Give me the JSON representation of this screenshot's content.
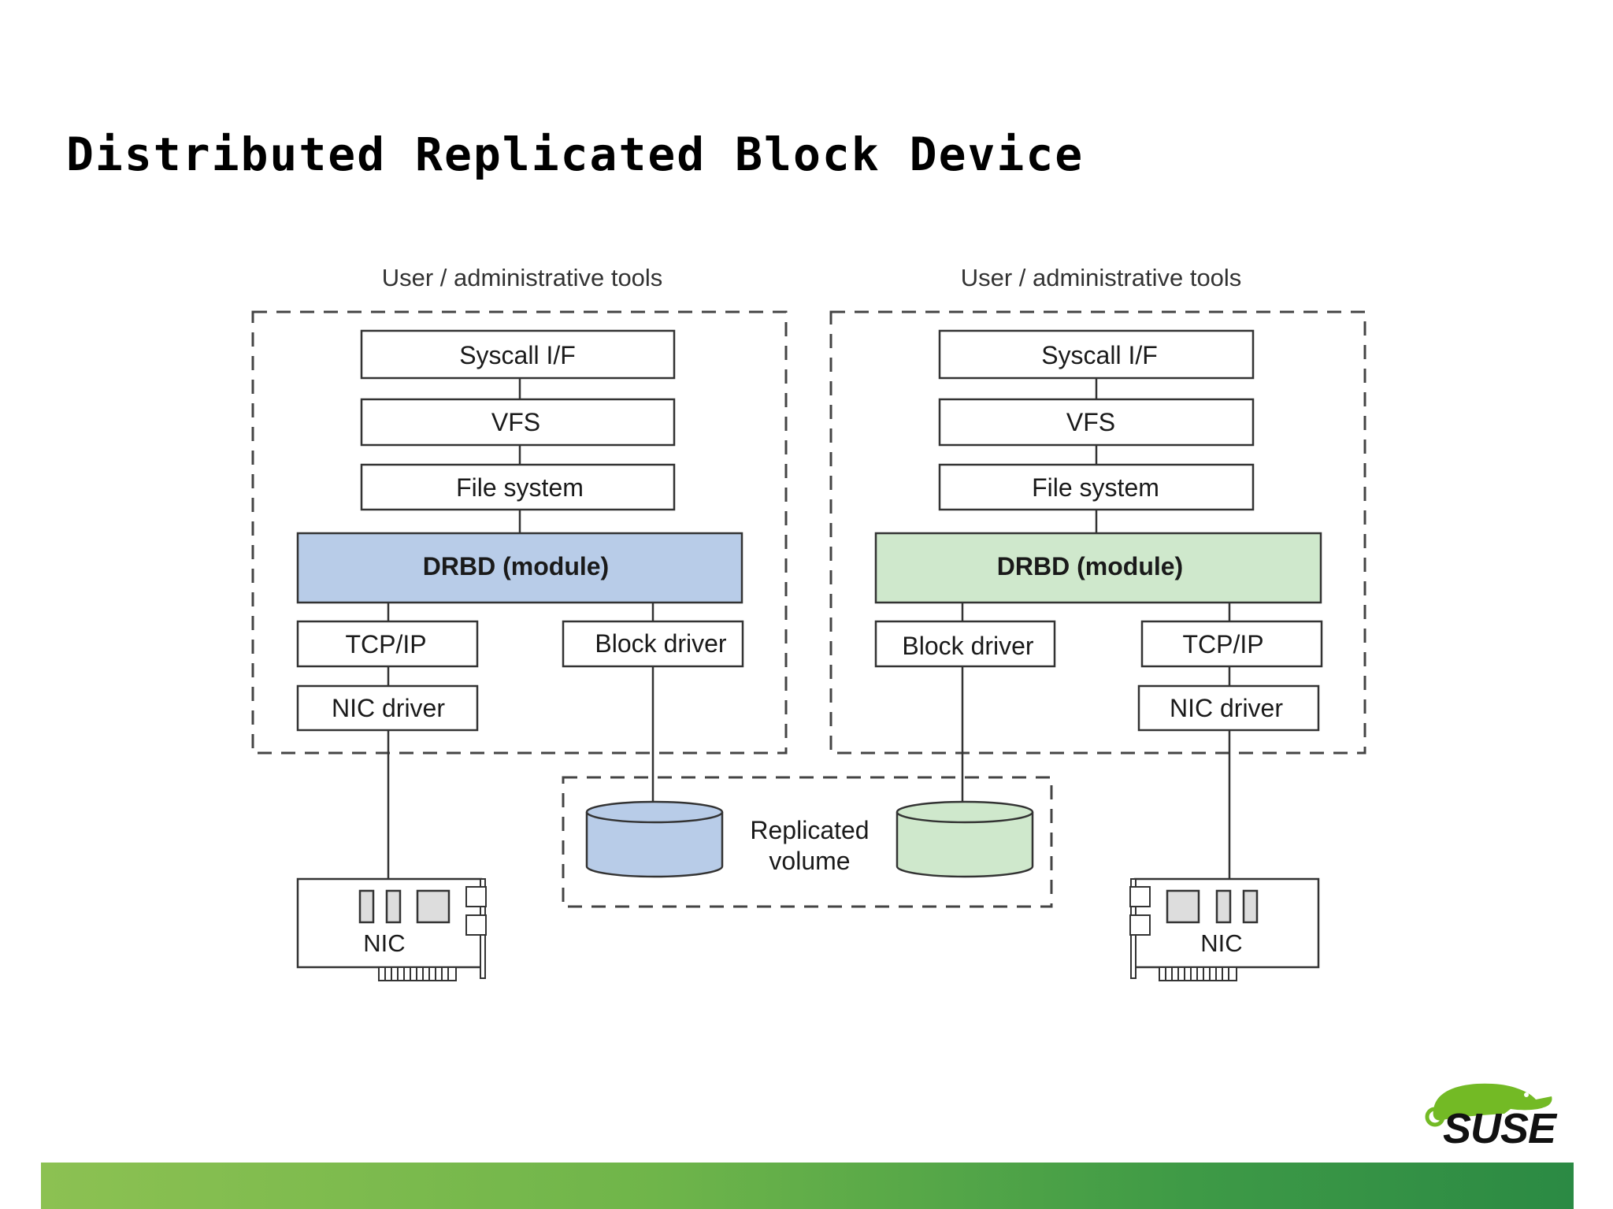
{
  "slide": {
    "title": "Distributed Replicated Block Device",
    "logo_word": "SUSE"
  },
  "diagram": {
    "left_node": {
      "tools_label": "User / administrative tools",
      "syscall": "Syscall I/F",
      "vfs": "VFS",
      "file_system": "File system",
      "drbd": "DRBD (module)",
      "tcpip": "TCP/IP",
      "block_driver": "Block driver",
      "nic_driver": "NIC driver",
      "nic": "NIC",
      "drbd_color": "#b8cce8",
      "disk_color": "#b8cce8"
    },
    "right_node": {
      "tools_label": "User / administrative tools",
      "syscall": "Syscall I/F",
      "vfs": "VFS",
      "file_system": "File system",
      "drbd": "DRBD (module)",
      "tcpip": "TCP/IP",
      "block_driver": "Block driver",
      "nic_driver": "NIC driver",
      "nic": "NIC",
      "drbd_color": "#cfe8cc",
      "disk_color": "#cfe8cc"
    },
    "replicated_volume": {
      "line1": "Replicated",
      "line2": "volume"
    }
  },
  "colors": {
    "accent_green": "#73ba25",
    "band_dark_green": "#2b8a44"
  }
}
